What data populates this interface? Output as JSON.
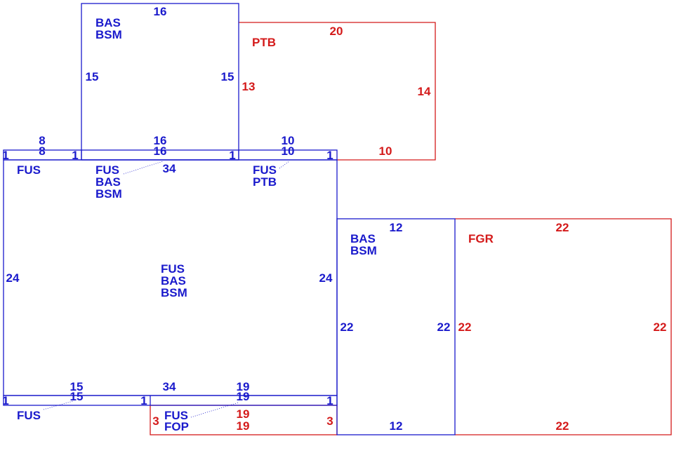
{
  "colors": {
    "main": "#1a1acc",
    "secondary": "#d41a1a",
    "background": "#ffffff"
  },
  "areas": {
    "upper_block": {
      "codes": [
        "BAS",
        "BSM"
      ],
      "dims": {
        "top": "16",
        "left": "15",
        "right": "15"
      }
    },
    "patio": {
      "codes": [
        "PTB"
      ],
      "dims": {
        "top": "20",
        "left": "13",
        "right": "14",
        "bottom": "10"
      }
    },
    "main_house": {
      "codes": [
        "FUS",
        "BAS",
        "BSM"
      ],
      "dims": {
        "top": "34",
        "left": "24",
        "right": "24",
        "bottom": "34"
      }
    },
    "strip_top_left": {
      "codes": [
        "FUS"
      ],
      "dims": {
        "top": "8",
        "top_inner": "8",
        "left": "1",
        "right": "1"
      }
    },
    "strip_top_mid": {
      "codes": [
        "FUS",
        "BAS",
        "BSM"
      ],
      "dims": {
        "top": "16",
        "top_inner": "16"
      }
    },
    "strip_top_right": {
      "codes": [
        "FUS",
        "PTB"
      ],
      "dims": {
        "top": "10",
        "top_inner": "10",
        "left": "1",
        "right": "1"
      }
    },
    "strip_bottom_left": {
      "codes": [
        "FUS"
      ],
      "dims": {
        "top": "15",
        "top_inner": "15",
        "left": "1",
        "right": "1"
      }
    },
    "strip_bottom_right": {
      "codes": [
        "FUS",
        "FOP"
      ],
      "dims": {
        "top": "19",
        "top_inner": "19",
        "right": "1"
      }
    },
    "porch": {
      "codes": [
        "FOP"
      ],
      "dims": {
        "top": "19",
        "bottom": "19",
        "left": "3",
        "right": "3"
      }
    },
    "side_block": {
      "codes": [
        "BAS",
        "BSM"
      ],
      "dims": {
        "top": "12",
        "left": "22",
        "right": "22",
        "bottom": "12"
      }
    },
    "garage": {
      "codes": [
        "FGR"
      ],
      "dims": {
        "top": "22",
        "left": "22",
        "right": "22",
        "bottom": "22"
      }
    }
  }
}
